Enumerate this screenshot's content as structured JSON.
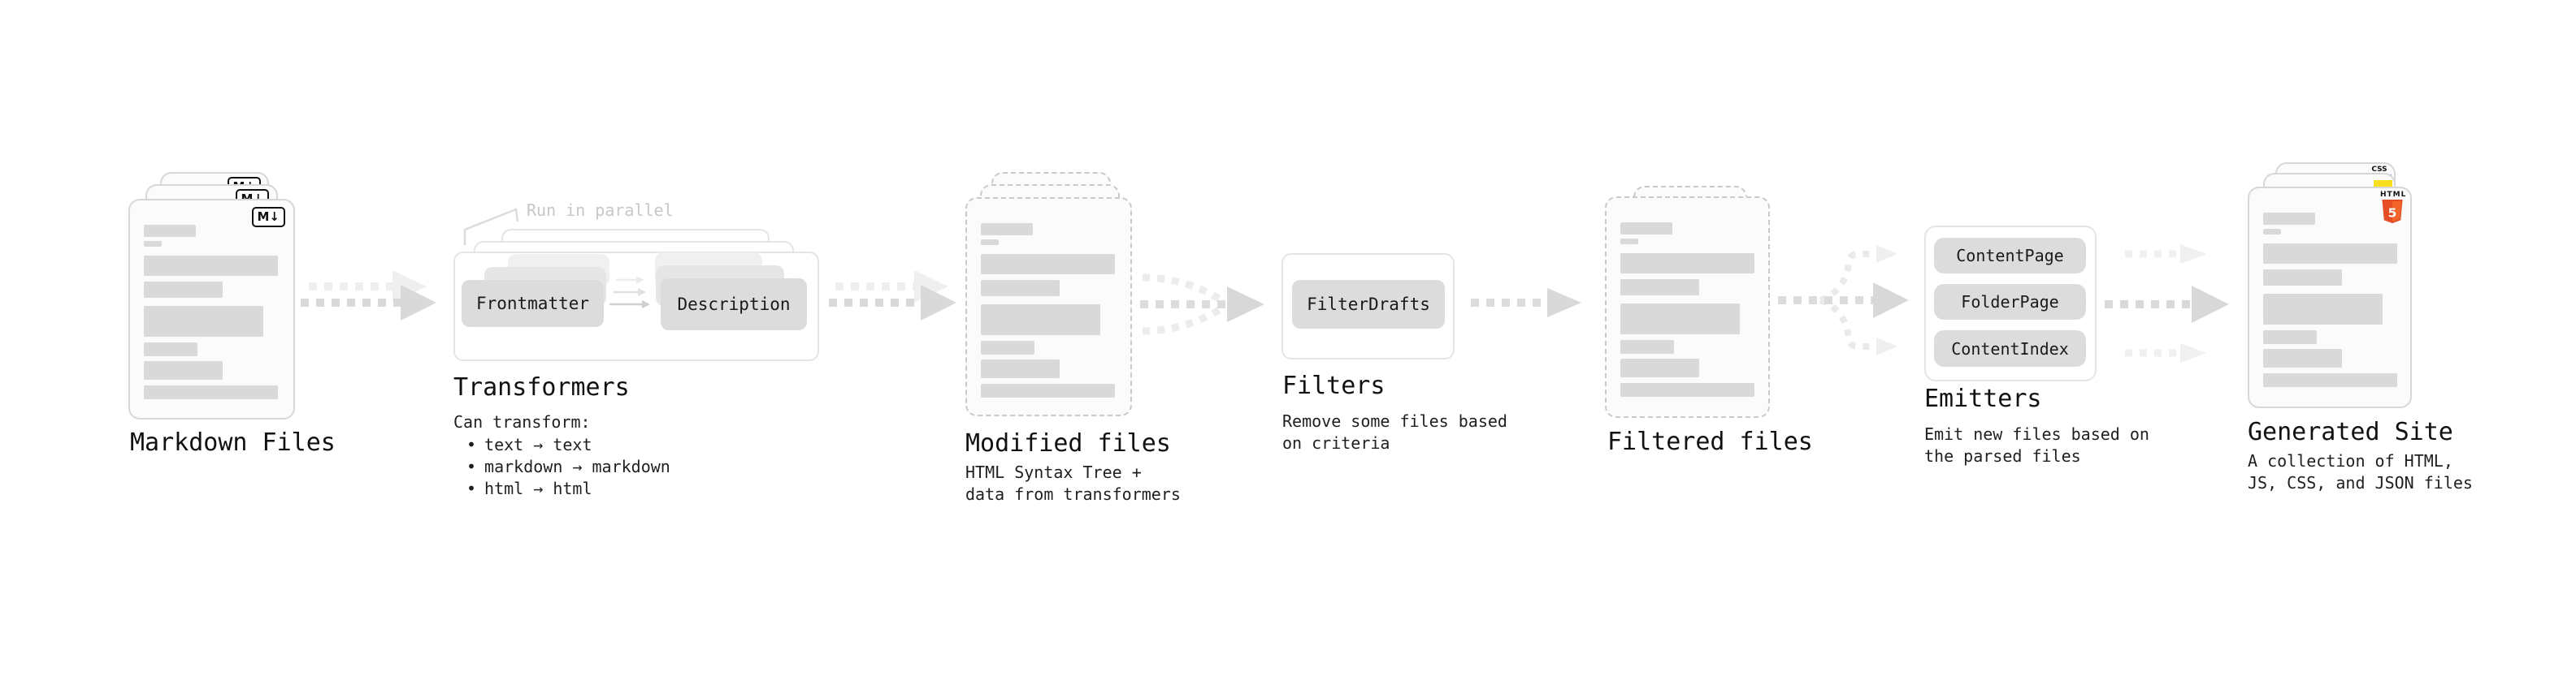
{
  "sections": {
    "markdown": {
      "label": "Markdown Files"
    },
    "transformers": {
      "label": "Transformers",
      "annotation": "Run in parallel",
      "chips": [
        "Frontmatter",
        "Description"
      ],
      "desc_title": "Can transform:",
      "bullet_marker": "•",
      "bullets": [
        "text → text",
        "markdown → markdown",
        "html → html"
      ]
    },
    "modified": {
      "label": "Modified files",
      "desc": [
        "HTML Syntax Tree +",
        "data from transformers"
      ]
    },
    "filters": {
      "label": "Filters",
      "chip": "FilterDrafts",
      "desc": [
        "Remove some files based",
        "on criteria"
      ]
    },
    "filtered": {
      "label": "Filtered files"
    },
    "emitters": {
      "label": "Emitters",
      "chips": [
        "ContentPage",
        "FolderPage",
        "ContentIndex"
      ],
      "desc": [
        "Emit new files based on",
        "the parsed files"
      ]
    },
    "generated": {
      "label": "Generated Site",
      "desc": [
        "A collection of HTML,",
        "JS, CSS, and JSON files"
      ]
    }
  },
  "icons": {
    "markdown_badge": "M↓",
    "html5_wordmark": "HTML",
    "html5_five": "5",
    "css_wordmark": "CSS"
  },
  "colors": {
    "html5_orange": "#e44d26",
    "js_yellow": "#f7df1e",
    "css_blue": "#2962ff",
    "placeholder_gray": "#d9d9d9",
    "arrow_gray": "#d9d9d9",
    "ghost_gray": "#efefef"
  }
}
